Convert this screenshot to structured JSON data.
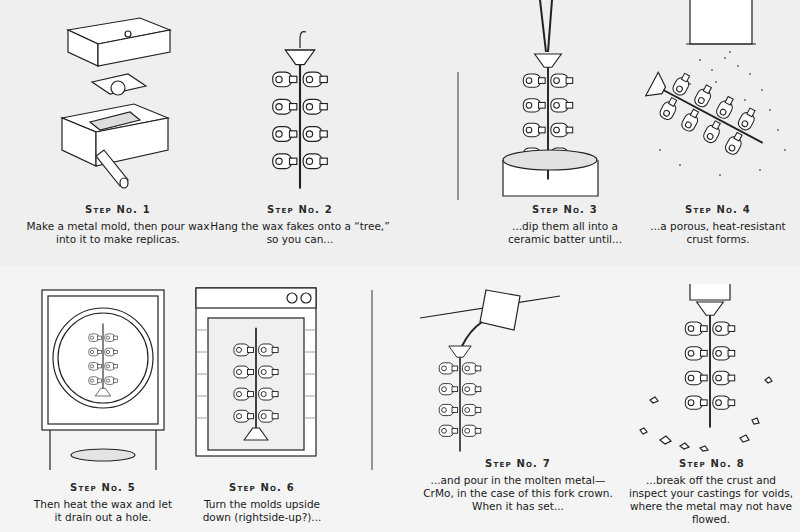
{
  "diagram": {
    "labels": [
      "Step No. 1",
      "Make a metal mold, then pour wax into it to make replicas.",
      "Step No. 2",
      "Hang the wax fakes onto a “tree,” so you can...",
      "Step No. 3",
      "...dip them all into a ceramic batter until...",
      "Step No. 4",
      "...a porous, heat-resistant crust forms.",
      "Step No. 5",
      "Then heat the wax and let it drain out a hole.",
      "Step No. 6",
      "Turn the molds upside down (rightside-up?)...",
      "Step No. 7",
      "...and pour in the molten metal—CrMo, in the case of this fork crown. When it has set...",
      "Step No. 8",
      "...break off the crust and inspect your castings for voids, where the metal may not have flowed."
    ]
  }
}
